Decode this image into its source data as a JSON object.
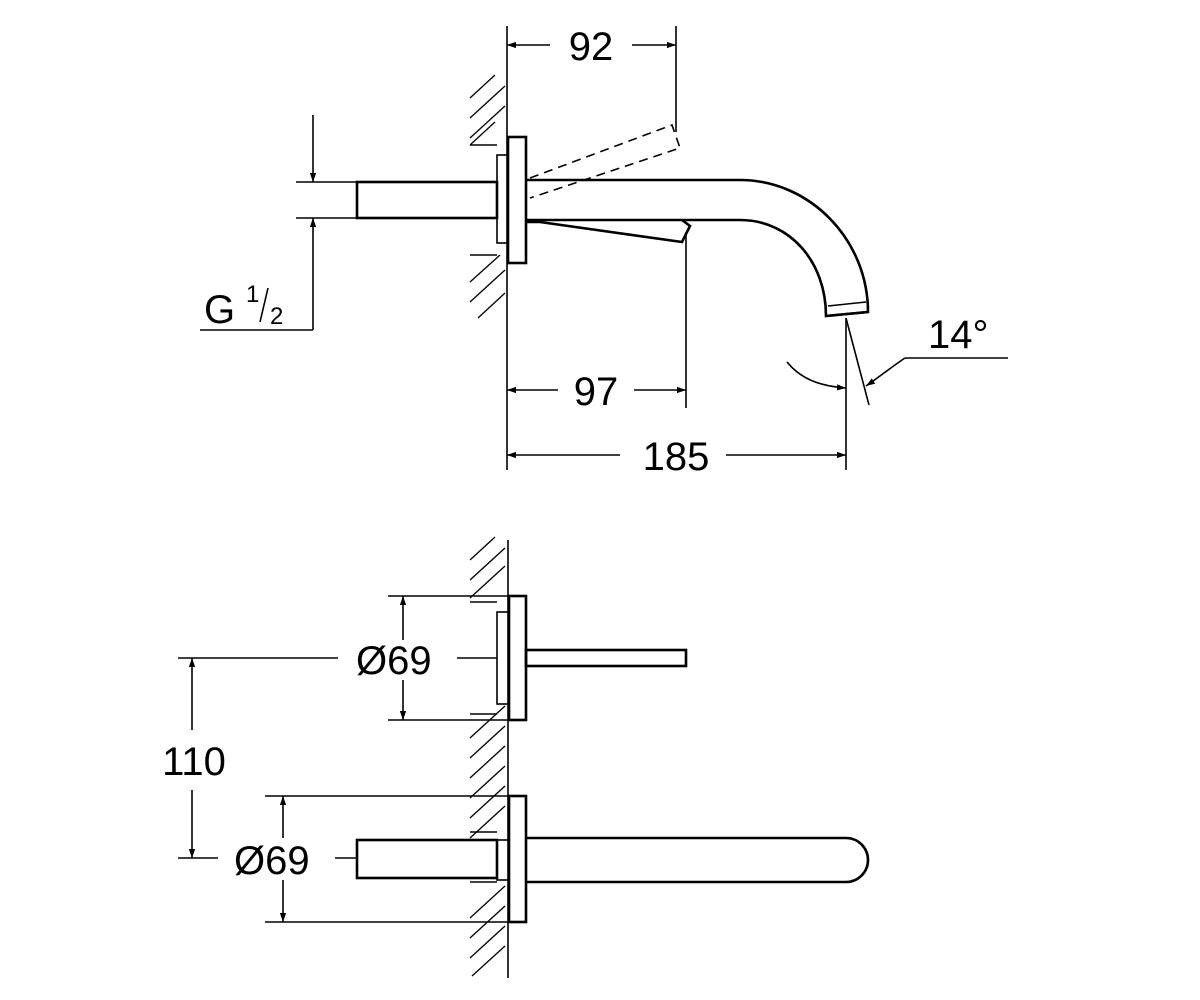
{
  "dimensions": {
    "spout_pivot_offset": "92",
    "thread_prefix": "G",
    "thread_numerator": "1",
    "thread_denominator": "2",
    "lever_reach": "97",
    "spout_projection": "185",
    "outlet_angle": "14°",
    "handle_rosette_diameter": "Ø69",
    "spout_rosette_diameter": "Ø69",
    "center_distance": "110"
  }
}
